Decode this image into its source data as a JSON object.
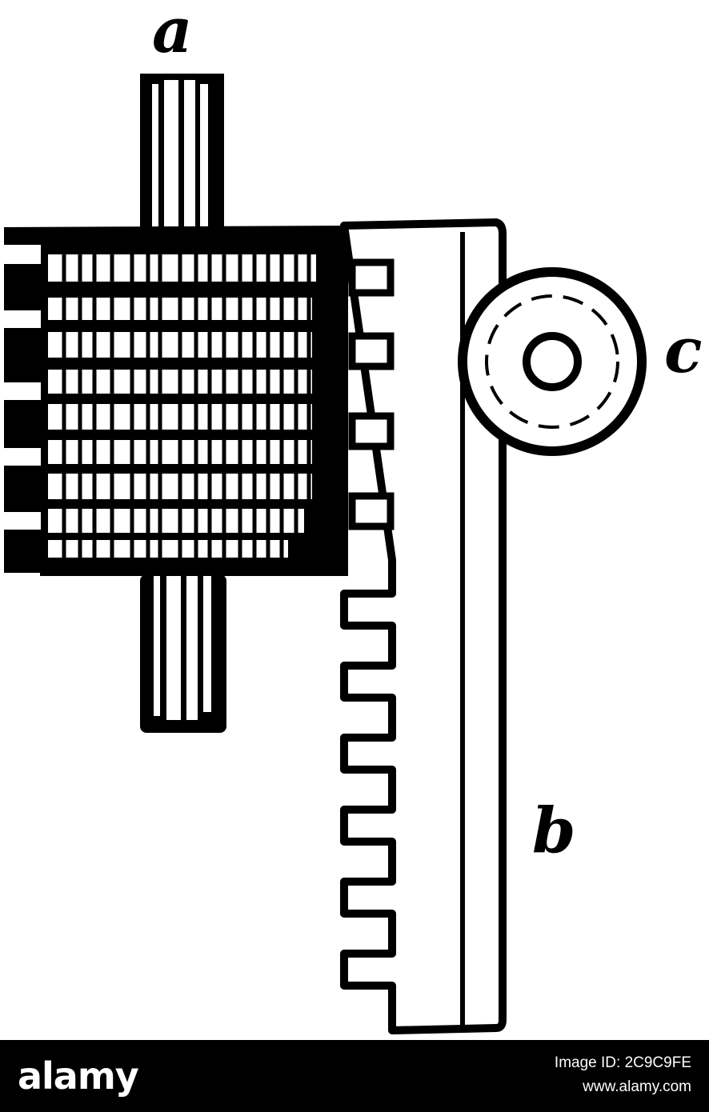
{
  "figure": {
    "labels": {
      "shaft": "a",
      "rack": "b",
      "pinion": "c"
    }
  },
  "footer": {
    "logo": "alamy",
    "image_id": "Image ID: 2C9C9FE",
    "site": "www.alamy.com"
  },
  "colors": {
    "ink": "#000000",
    "paper": "#ffffff",
    "footer_bg": "#000000"
  }
}
